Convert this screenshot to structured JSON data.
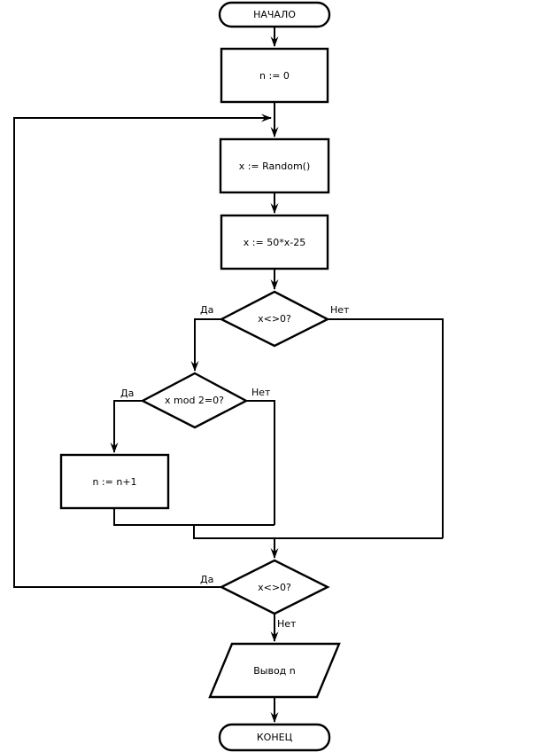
{
  "diagram": {
    "title_hint": "flowchart",
    "colors": {
      "stroke": "#000000",
      "fill": "#ffffff",
      "text": "#000000"
    },
    "nodes": {
      "start": {
        "type": "terminator",
        "label": "НАЧАЛО"
      },
      "init": {
        "type": "process",
        "label": "n := 0"
      },
      "random": {
        "type": "process",
        "label": "x := Random()"
      },
      "scale": {
        "type": "process",
        "label": "x := 50*x-25"
      },
      "cond1": {
        "type": "decision",
        "label": "x<>0?",
        "yes": "Да",
        "no": "Нет"
      },
      "cond2": {
        "type": "decision",
        "label": "x mod 2=0?",
        "yes": "Да",
        "no": "Нет"
      },
      "increment": {
        "type": "process",
        "label": "n := n+1"
      },
      "cond3": {
        "type": "decision",
        "label": "x<>0?",
        "yes": "Да",
        "no": "Нет"
      },
      "output": {
        "type": "io",
        "label": "Вывод n"
      },
      "end": {
        "type": "terminator",
        "label": "КОНЕЦ"
      }
    }
  }
}
